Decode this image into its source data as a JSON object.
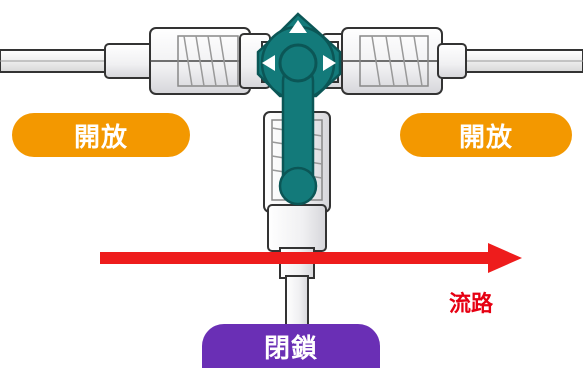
{
  "labels": {
    "left_port": "開放",
    "right_port": "開放",
    "bottom_port": "閉鎖",
    "flow": "流路"
  },
  "colors": {
    "open_badge": "#F39800",
    "closed_badge": "#6A2FB5",
    "flow_arrow": "#EE1C1C",
    "flow_text": "#E60012",
    "handle": "#137A7A",
    "handle_dark": "#0B5656",
    "connector_body": "#F2F2F4",
    "connector_edge": "#3A3A3A"
  },
  "icons": {
    "handle_arrows": [
      "arrow-up-icon",
      "arrow-left-icon",
      "arrow-right-icon"
    ]
  }
}
